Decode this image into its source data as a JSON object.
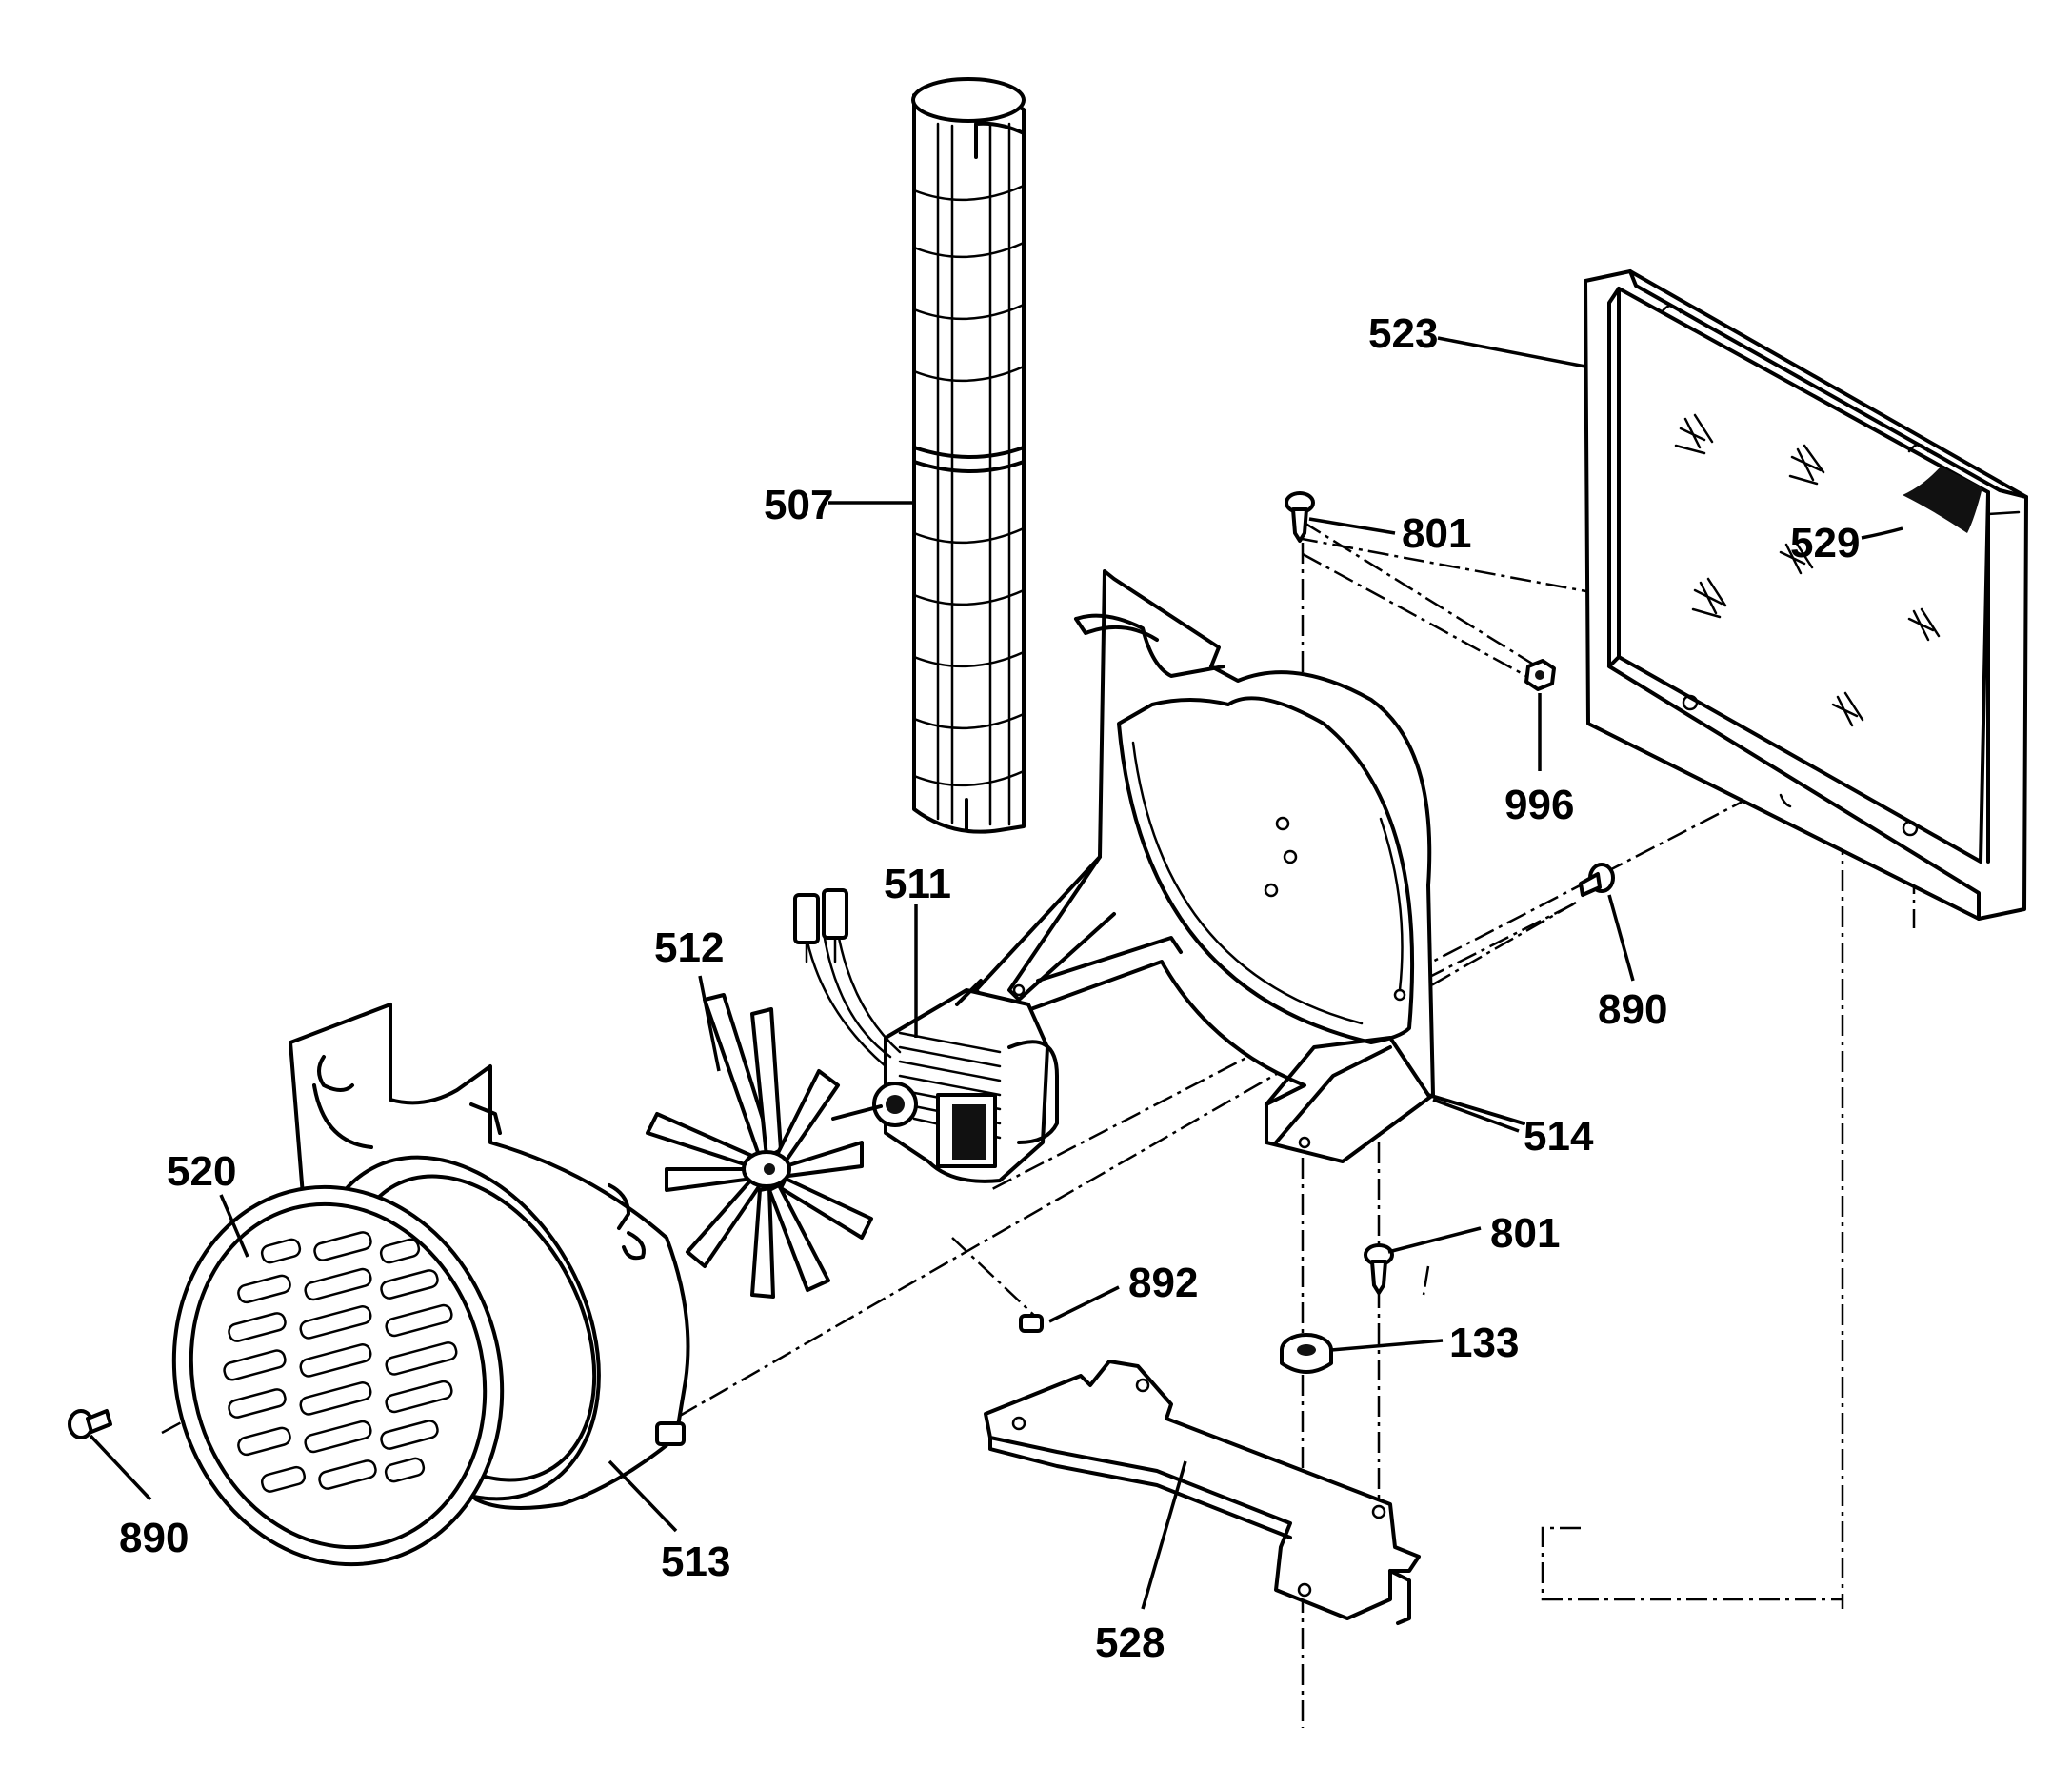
{
  "callouts": [
    {
      "id": "507",
      "part": "blower-wheel"
    },
    {
      "id": "523",
      "part": "enclosure-panel"
    },
    {
      "id": "801",
      "part": "screw-upper"
    },
    {
      "id": "529",
      "part": "insulation"
    },
    {
      "id": "996",
      "part": "nut"
    },
    {
      "id": "511",
      "part": "motor"
    },
    {
      "id": "512",
      "part": "fan-blade"
    },
    {
      "id": "890",
      "part": "screw-right"
    },
    {
      "id": "514",
      "part": "motor-bracket"
    },
    {
      "id": "520",
      "part": "grille"
    },
    {
      "id": "801",
      "part": "screw-lower"
    },
    {
      "id": "892",
      "part": "clip"
    },
    {
      "id": "133",
      "part": "grommet"
    },
    {
      "id": "890",
      "part": "screw-left"
    },
    {
      "id": "513",
      "part": "blower-housing"
    },
    {
      "id": "528",
      "part": "mounting-plate"
    }
  ]
}
